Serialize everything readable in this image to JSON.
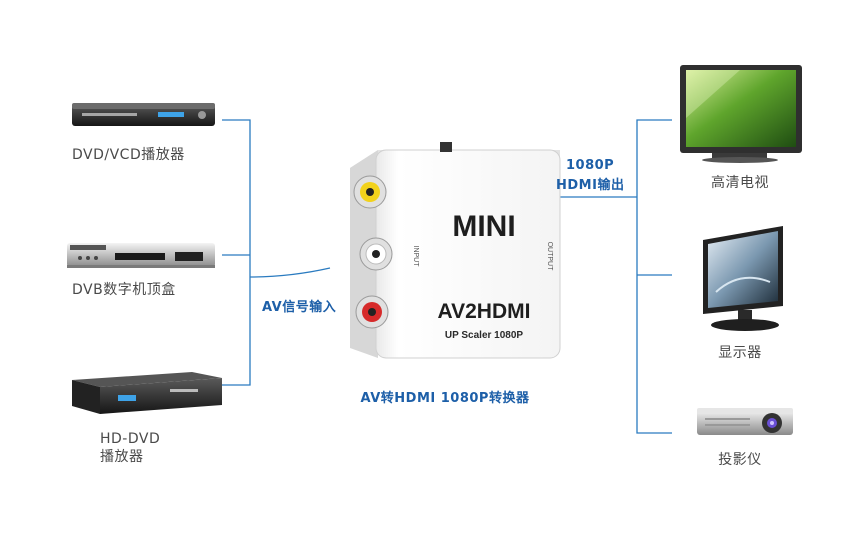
{
  "inputs": {
    "devices": [
      {
        "label": "DVD/VCD播放器"
      },
      {
        "label": "DVB数字机顶盒"
      },
      {
        "label": "HD-DVD",
        "label2": "播放器"
      }
    ],
    "port_label": "AV信号输入"
  },
  "converter": {
    "brand": "MINI",
    "model": "AV2HDMI",
    "subtitle": "UP Scaler 1080P",
    "input_side": "INPUT",
    "output_side": "OUTPUT",
    "caption": "AV转HDMI 1080P转换器",
    "jack_colors": [
      "#f2d21b",
      "#ffffff",
      "#d62a2a"
    ]
  },
  "outputs": {
    "port_label_1": "1080P",
    "port_label_2": "HDMI输出",
    "devices": [
      {
        "label": "高清电视"
      },
      {
        "label": "显示器"
      },
      {
        "label": "投影仪"
      }
    ]
  },
  "colors": {
    "line": "#2a7bc0",
    "label_blue": "#1d5fa8",
    "device_dark": "#2b2b2b"
  }
}
